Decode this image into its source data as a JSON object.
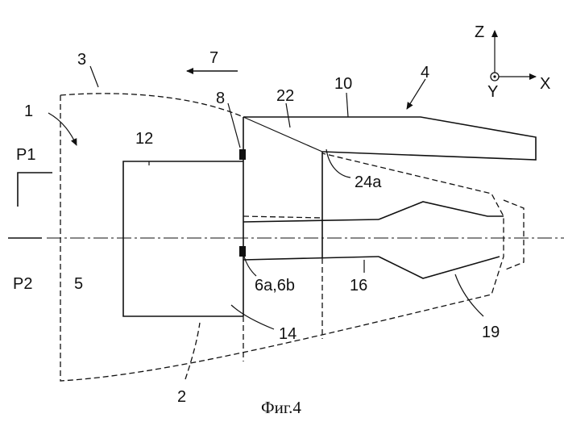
{
  "labels": {
    "n1": "1",
    "n2": "2",
    "n3": "3",
    "n4": "4",
    "n5": "5",
    "n7": "7",
    "n8": "8",
    "n10": "10",
    "n12": "12",
    "n14": "14",
    "n16": "16",
    "n19": "19",
    "n22": "22",
    "n24a": "24a",
    "n6": "6a,6b",
    "p1": "P1",
    "p2": "P2"
  },
  "axes": {
    "z": "Z",
    "y": "Y",
    "x": "X"
  },
  "caption": "Фиг.4"
}
